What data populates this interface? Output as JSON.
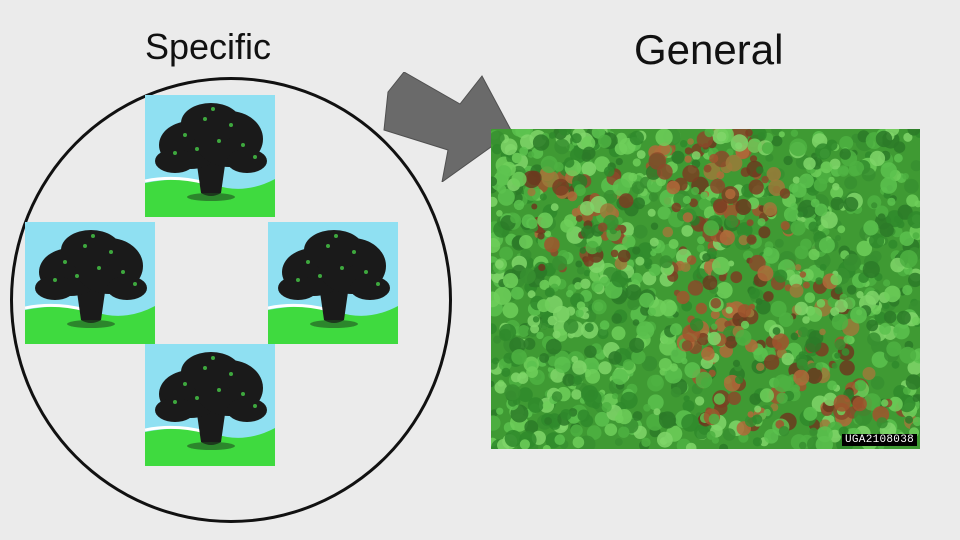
{
  "slide": {
    "left_title": "Specific",
    "right_title": "General",
    "photo_id": "UGA2108038"
  },
  "icons": {
    "tree_tile": "oak-tree-icon",
    "arrow": "arrow-right-icon"
  },
  "colors": {
    "background": "#ebebeb",
    "sky": "#8fe0f2",
    "grass": "#3fda3f",
    "tree": "#1a1a1a",
    "arrow": "#6a6a6a",
    "forest": "#3f9a33"
  }
}
